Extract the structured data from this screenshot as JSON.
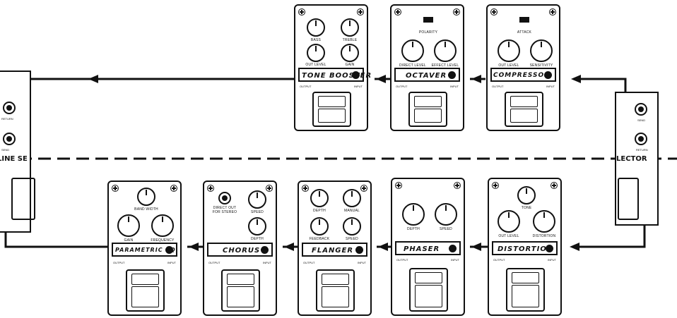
{
  "pedals": {
    "tone_booster": {
      "name": "TONE BOOSTER",
      "knob_labels": [
        "BASS",
        "TREBLE",
        "OUT LEVEL",
        "GAIN"
      ],
      "output": "OUTPUT",
      "input": "INPUT"
    },
    "octaver": {
      "name": "OCTAVER",
      "knob_labels": [
        "DIRECT LEVEL",
        "EFFECT LEVEL"
      ],
      "switch_label": "POLARITY",
      "output": "OUTPUT",
      "input": "INPUT"
    },
    "compressor": {
      "name": "COMPRESSOR",
      "knob_labels": [
        "OUT LEVEL",
        "SENSITIVITY"
      ],
      "switch_label": "ATTACK",
      "output": "OUTPUT",
      "input": "INPUT"
    },
    "parametric_eq": {
      "name": "PARAMETRIC EQ",
      "knob_labels": [
        "BAND WIDTH",
        "GAIN",
        "FREQUENCY"
      ],
      "output": "OUTPUT",
      "input": "INPUT"
    },
    "chorus": {
      "name": "CHORUS",
      "knob_labels": [
        "SPEED",
        "DEPTH"
      ],
      "jack_label": "DIRECT OUT FOR STEREO",
      "output": "OUTPUT",
      "input": "INPUT"
    },
    "flanger": {
      "name": "FLANGER",
      "knob_labels": [
        "DEPTH",
        "MANUAL",
        "FEEDBACK",
        "SPEED"
      ],
      "output": "OUTPUT",
      "input": "INPUT"
    },
    "phaser": {
      "name": "PHASER",
      "knob_labels": [
        "DEPTH",
        "SPEED"
      ],
      "output": "OUTPUT",
      "input": "INPUT"
    },
    "distortion": {
      "name": "DISTORTION",
      "knob_labels": [
        "TONE",
        "OUT LEVEL",
        "DISTORTION"
      ],
      "output": "OUTPUT",
      "input": "INPUT"
    }
  },
  "left_unit": {
    "partial_text": "LINE SE",
    "jack_labels": [
      "RETURN",
      "SEND"
    ]
  },
  "right_unit": {
    "partial_text": "LECTOR",
    "jack_labels": [
      "SEND",
      "RETURN"
    ]
  }
}
